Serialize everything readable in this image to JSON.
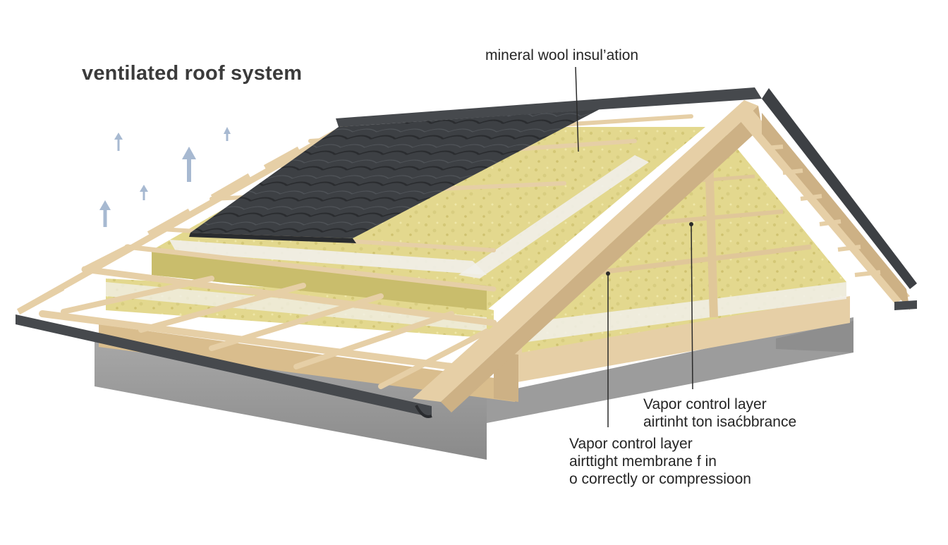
{
  "title": "ventilated roof system",
  "labels": {
    "mineral_wool": "mineral wool insul’ation",
    "vapor_1": [
      "Vapor control layer",
      "airtinht ton isaćbbrance"
    ],
    "vapor_2": [
      "Vapor control layer",
      "airttight membrane  f in",
      "o correctly or compressioon"
    ]
  },
  "colors": {
    "tiles": "#3d4044",
    "tiles_edge": "#2a2c2f",
    "timber": "#e6cfa6",
    "timber_dark": "#cdb185",
    "insulation": "#e3d88e",
    "insulation_dark": "#c9bd6c",
    "membrane": "#f1f0ea",
    "foundation": "#8e8e8e",
    "foundation_top": "#a8a8a8",
    "gutter": "#46494d",
    "arrow": "#a7b9d1"
  }
}
